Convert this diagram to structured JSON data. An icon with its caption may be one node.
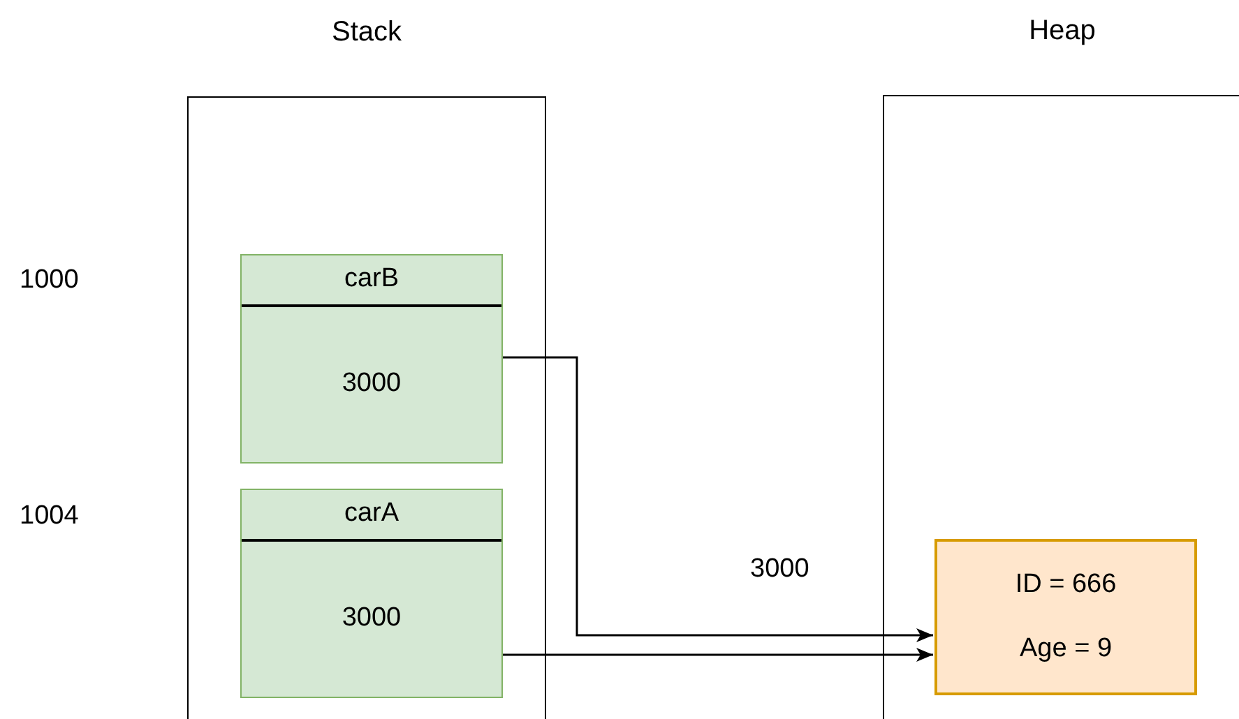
{
  "diagram": {
    "nodes": [
      {
        "text": [
          "Stack"
        ]
      },
      {
        "text": [
          "Heap"
        ]
      },
      {
        "text": [
          "carB",
          "3000"
        ],
        "in": 0
      },
      {
        "text": [
          "carA",
          "3000"
        ],
        "in": 0
      },
      {
        "text": [
          "ID = 666",
          "Age = 9"
        ],
        "in": 1
      }
    ],
    "edges": [
      {
        "from": 2,
        "to": 4,
        "arrow": "to"
      },
      {
        "from": 3,
        "to": 4,
        "arrow": "to"
      }
    ],
    "labels": [
      "1000",
      "1004",
      "3000"
    ]
  }
}
